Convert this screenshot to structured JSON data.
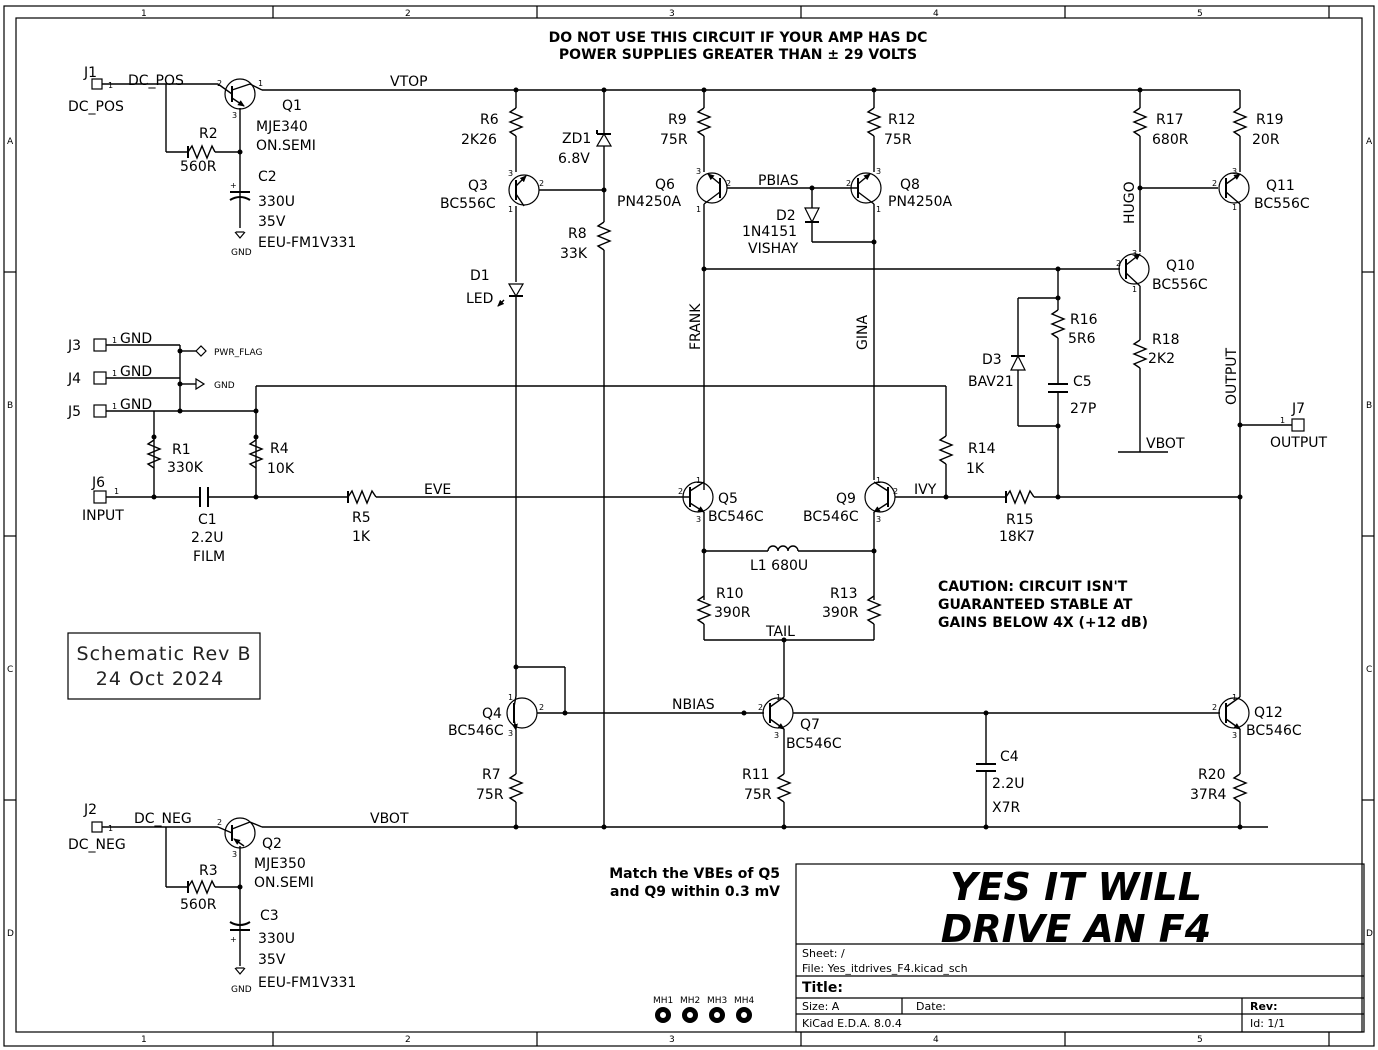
{
  "header": {
    "warning_line1": "DO NOT USE THIS CIRCUIT IF YOUR AMP HAS DC",
    "warning_line2": "POWER SUPPLIES GREATER THAN ± 29 VOLTS"
  },
  "frame": {
    "cols": [
      "1",
      "2",
      "3",
      "4",
      "5"
    ],
    "rows": [
      "A",
      "B",
      "C",
      "D"
    ]
  },
  "nets": {
    "dc_pos": "DC_POS",
    "dc_neg": "DC_NEG",
    "vtop": "VTOP",
    "vbot": "VBOT",
    "vbot2": "VBOT",
    "pbias": "PBIAS",
    "nbias": "NBIAS",
    "frank": "FRANK",
    "gina": "GINA",
    "hugo": "HUGO",
    "output": "OUTPUT",
    "eve": "EVE",
    "ivy": "IVY",
    "tail": "TAIL",
    "gnd1": "GND",
    "gnd2": "GND",
    "gnd3": "GND",
    "pwr_flag": "PWR_FLAG",
    "gnd_sym": "GND",
    "gnd_c2": "GND",
    "gnd_c3": "GND"
  },
  "connectors": {
    "j1": {
      "ref": "J1",
      "value": "DC_POS"
    },
    "j2": {
      "ref": "J2",
      "value": "DC_NEG"
    },
    "j3": {
      "ref": "J3"
    },
    "j4": {
      "ref": "J4"
    },
    "j5": {
      "ref": "J5"
    },
    "j6": {
      "ref": "J6",
      "value": "INPUT"
    },
    "j7": {
      "ref": "J7",
      "value": "OUTPUT"
    }
  },
  "parts": {
    "q1": {
      "ref": "Q1",
      "value": "MJE340",
      "mfr": "ON.SEMI"
    },
    "q2": {
      "ref": "Q2",
      "value": "MJE350",
      "mfr": "ON.SEMI"
    },
    "q3": {
      "ref": "Q3",
      "value": "BC556C"
    },
    "q4": {
      "ref": "Q4",
      "value": "BC546C"
    },
    "q5": {
      "ref": "Q5",
      "value": "BC546C"
    },
    "q6": {
      "ref": "Q6",
      "value": "PN4250A"
    },
    "q7": {
      "ref": "Q7",
      "value": "BC546C"
    },
    "q8": {
      "ref": "Q8",
      "value": "PN4250A"
    },
    "q9": {
      "ref": "Q9",
      "value": "BC546C"
    },
    "q10": {
      "ref": "Q10",
      "value": "BC556C"
    },
    "q11": {
      "ref": "Q11",
      "value": "BC556C"
    },
    "q12": {
      "ref": "Q12",
      "value": "BC546C"
    },
    "r1": {
      "ref": "R1",
      "value": "330K"
    },
    "r2": {
      "ref": "R2",
      "value": "560R"
    },
    "r3": {
      "ref": "R3",
      "value": "560R"
    },
    "r4": {
      "ref": "R4",
      "value": "10K"
    },
    "r5": {
      "ref": "R5",
      "value": "1K"
    },
    "r6": {
      "ref": "R6",
      "value": "2K26"
    },
    "r7": {
      "ref": "R7",
      "value": "75R"
    },
    "r8": {
      "ref": "R8",
      "value": "33K"
    },
    "r9": {
      "ref": "R9",
      "value": "75R"
    },
    "r10": {
      "ref": "R10",
      "value": "390R"
    },
    "r11": {
      "ref": "R11",
      "value": "75R"
    },
    "r12": {
      "ref": "R12",
      "value": "75R"
    },
    "r13": {
      "ref": "R13",
      "value": "390R"
    },
    "r14": {
      "ref": "R14",
      "value": "1K"
    },
    "r15": {
      "ref": "R15",
      "value": "18K7"
    },
    "r16": {
      "ref": "R16",
      "value": "5R6"
    },
    "r17": {
      "ref": "R17",
      "value": "680R"
    },
    "r18": {
      "ref": "R18",
      "value": "2K2"
    },
    "r19": {
      "ref": "R19",
      "value": "20R"
    },
    "r20": {
      "ref": "R20",
      "value": "37R4"
    },
    "c1": {
      "ref": "C1",
      "value": "2.2U",
      "type": "FILM"
    },
    "c2": {
      "ref": "C2",
      "value": "330U",
      "volt": "35V",
      "part": "EEU-FM1V331"
    },
    "c3": {
      "ref": "C3",
      "value": "330U",
      "volt": "35V",
      "part": "EEU-FM1V331"
    },
    "c4": {
      "ref": "C4",
      "value": "2.2U",
      "type": "X7R"
    },
    "c5": {
      "ref": "C5",
      "value": "27P"
    },
    "d1": {
      "ref": "D1",
      "value": "LED"
    },
    "d2": {
      "ref": "D2",
      "value": "1N4151",
      "mfr": "VISHAY"
    },
    "d3": {
      "ref": "D3",
      "value": "BAV21"
    },
    "zd1": {
      "ref": "ZD1",
      "value": "6.8V"
    },
    "l1": {
      "ref": "L1",
      "value": "680U"
    }
  },
  "mounting_holes": [
    "MH1",
    "MH2",
    "MH3",
    "MH4"
  ],
  "notes": {
    "caution1": "CAUTION: CIRCUIT ISN'T",
    "caution2": "GUARANTEED STABLE AT",
    "caution3": "GAINS BELOW 4X (+12 dB)",
    "match1": "Match the VBEs of Q5",
    "match2": "and Q9 within 0.3 mV",
    "rev1": "Schematic Rev B",
    "rev2": "24 Oct 2024"
  },
  "title_block": {
    "big1": "YES IT WILL",
    "big2": "DRIVE AN F4",
    "sheet": "Sheet: /",
    "file": "File: Yes_itdrives_F4.kicad_sch",
    "title": "Title:",
    "size": "Size: A",
    "date": "Date:",
    "rev": "Rev:",
    "tool": "KiCad E.D.A. 8.0.4",
    "id": "Id: 1/1"
  }
}
